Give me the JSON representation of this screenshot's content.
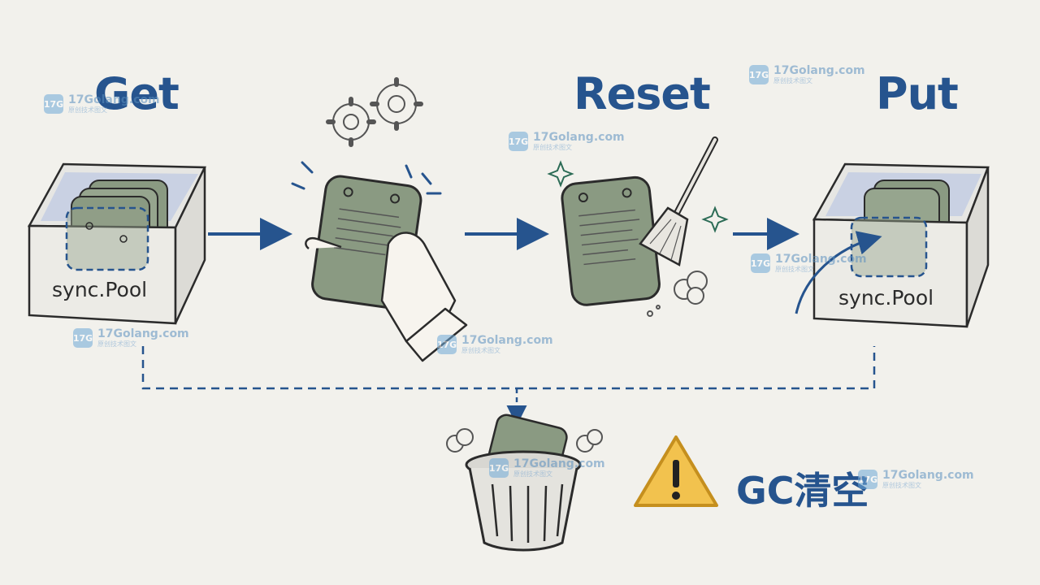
{
  "steps": [
    {
      "label": "Get"
    },
    {
      "label": "Reset"
    },
    {
      "label": "Put"
    }
  ],
  "pool_label": "sync.Pool",
  "gc": {
    "label": "GC清空"
  },
  "watermark": {
    "site": "17Golang.com",
    "sub": "原创技术图文",
    "logo": "17G"
  },
  "colors": {
    "accent": "#26548e",
    "card": "#8a9a82",
    "background": "#f2f1ec",
    "warning": "#f2c24e"
  },
  "icons": [
    "gear-icon",
    "hand-icon",
    "broom-icon",
    "sparkle-icon",
    "trash-can-icon",
    "warning-icon",
    "arrow-right-icon"
  ]
}
